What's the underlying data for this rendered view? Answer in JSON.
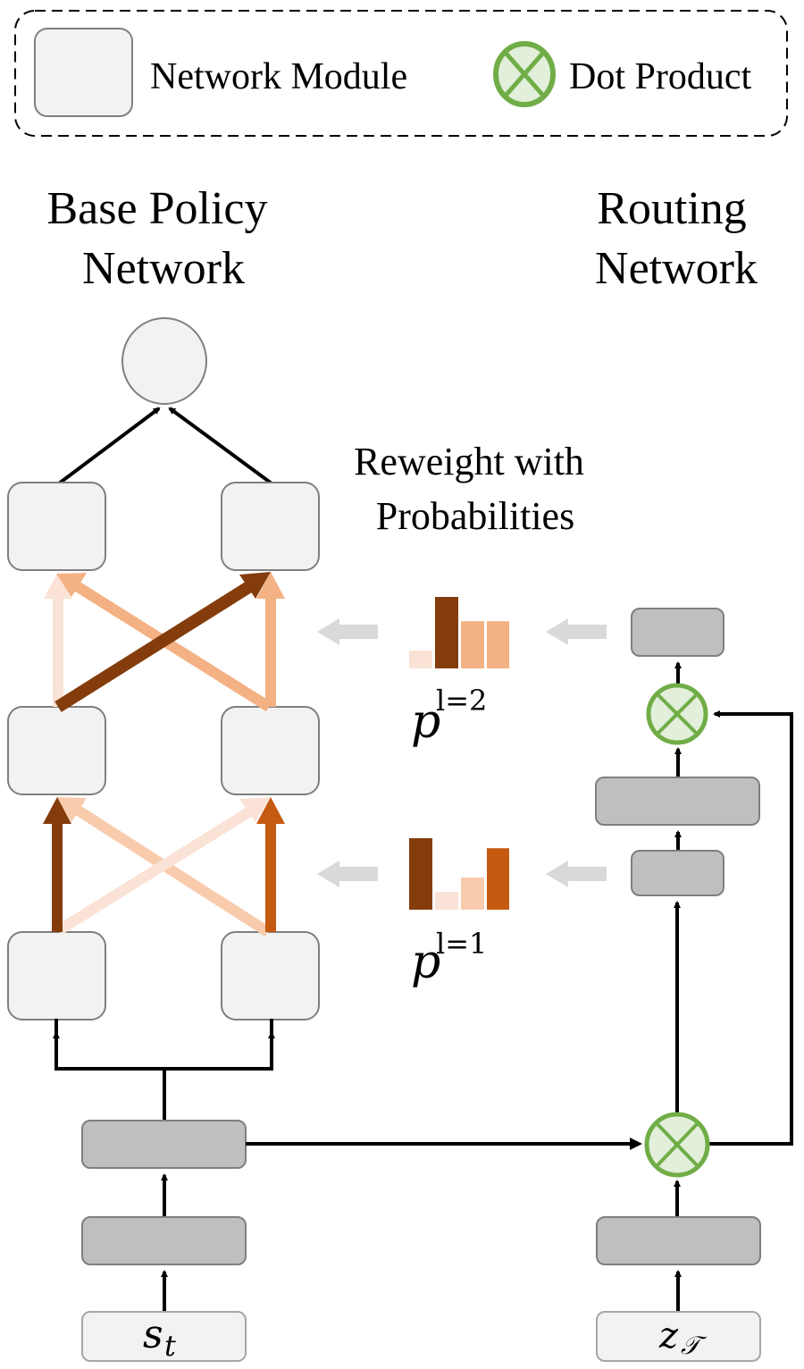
{
  "legend": {
    "network_module_label": "Network Module",
    "dot_product_label": "Dot Product"
  },
  "titles": {
    "base_policy_line1": "Base Policy",
    "base_policy_line2": "Network",
    "routing_line1": "Routing",
    "routing_line2": "Network"
  },
  "annotation": {
    "reweight_line1": "Reweight with",
    "reweight_line2": "Probabilities"
  },
  "inputs": {
    "state": {
      "base": "s",
      "sub": "t"
    },
    "task": {
      "base": "z",
      "sub": "𝒯"
    }
  },
  "probabilities": [
    {
      "label_base": "p",
      "label_sup": "l=2",
      "values": [
        0.25,
        1.0,
        0.66,
        0.66
      ],
      "colors": [
        "#fae3d6",
        "#843c0c",
        "#f4b183",
        "#f4b183"
      ]
    },
    {
      "label_base": "p",
      "label_sup": "l=1",
      "values": [
        1.0,
        0.25,
        0.45,
        0.86
      ],
      "colors": [
        "#843c0c",
        "#fae3d6",
        "#f8cbad",
        "#c55a11"
      ]
    }
  ],
  "connections": {
    "layer2_to_layer3": [
      {
        "from": "L2-left",
        "to": "L3-left",
        "color": "#fae3d6"
      },
      {
        "from": "L2-right",
        "to": "L3-left",
        "color": "#f4b183"
      },
      {
        "from": "L2-left",
        "to": "L3-right",
        "color": "#843c0c"
      },
      {
        "from": "L2-right",
        "to": "L3-right",
        "color": "#f4b183"
      }
    ],
    "layer1_to_layer2": [
      {
        "from": "L1-left",
        "to": "L2-left",
        "color": "#843c0c"
      },
      {
        "from": "L1-right",
        "to": "L2-left",
        "color": "#f8cbad"
      },
      {
        "from": "L1-left",
        "to": "L2-right",
        "color": "#fae3d6"
      },
      {
        "from": "L1-right",
        "to": "L2-right",
        "color": "#c55a11"
      }
    ]
  },
  "colors": {
    "module_fill": "#f2f2f2",
    "module_stroke": "#7f7f7f",
    "encoder_fill": "#bfbfbf",
    "dot_fill": "#e2efda",
    "dot_stroke": "#70ad47",
    "flow_arrow": "#d9d9d9"
  }
}
